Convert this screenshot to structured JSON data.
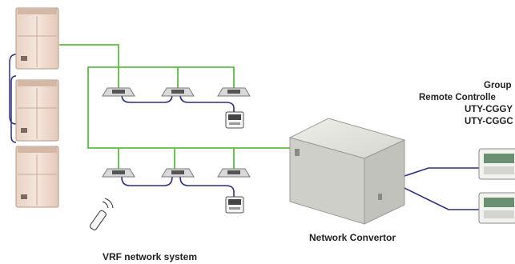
{
  "colors": {
    "line_green": "#5cbf3f",
    "line_navy": "#2b2f7a",
    "unit_body": "#f2dfd3",
    "unit_panel": "#e8cdbd",
    "box_body": "#dcdcd6",
    "text": "#222222"
  },
  "labels": {
    "vrf_system": "VRF network system",
    "network_convertor": "Network Convertor",
    "group_line1": "Group",
    "group_line2": "Remote Controlle",
    "group_line3": "UTY-CGGY",
    "group_line4": "UTY-CGGC"
  },
  "icons": {
    "outdoor_unit": "outdoor-unit-icon",
    "cassette": "cassette-indoor-unit-icon",
    "wired_remote": "wired-remote-icon",
    "wireless_remote": "wireless-remote-icon",
    "convertor_box": "network-convertor-icon",
    "group_remote": "group-remote-controller-icon"
  }
}
